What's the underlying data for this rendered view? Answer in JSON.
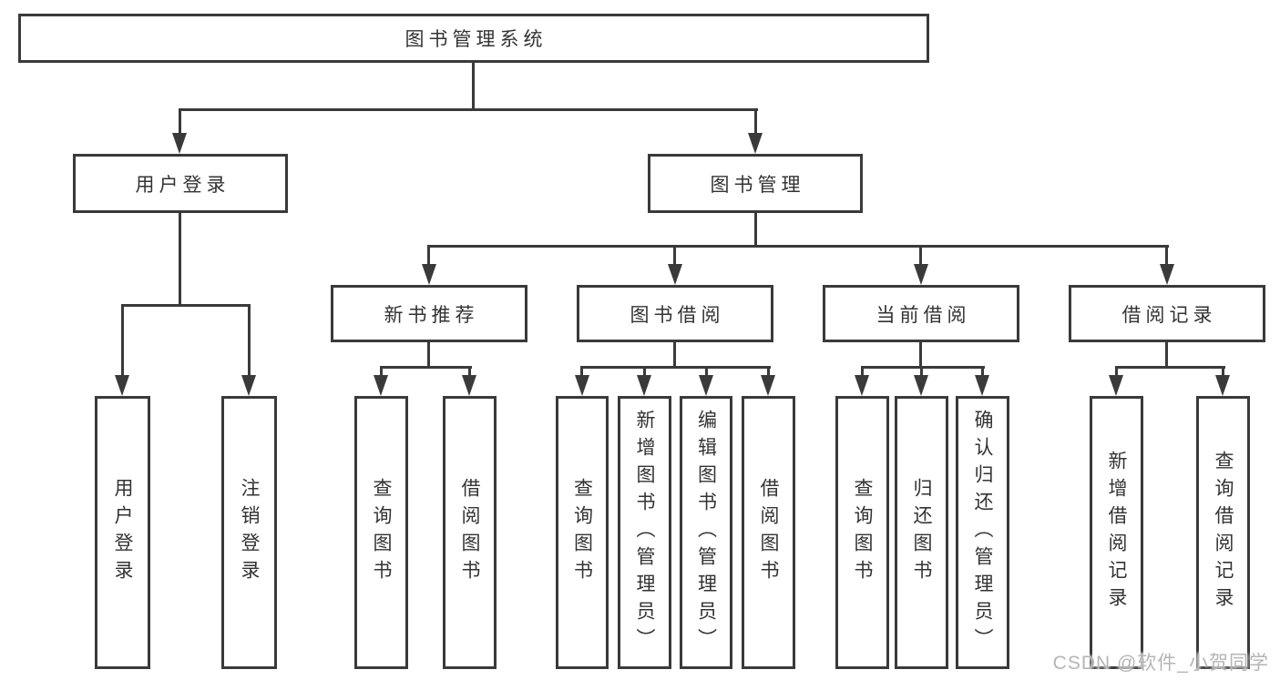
{
  "diagram": {
    "type": "org-hierarchy-chart",
    "colors": {
      "line": "#3a3a3a",
      "text": "#333333",
      "background": "#ffffff",
      "watermark": "#b5b5b5"
    },
    "tree": {
      "label": "图书管理系统",
      "children": [
        {
          "label": "用户登录",
          "children": [
            {
              "label": "用户登录"
            },
            {
              "label": "注销登录"
            }
          ]
        },
        {
          "label": "图书管理",
          "children": [
            {
              "label": "新书推荐",
              "children": [
                {
                  "label": "查询图书"
                },
                {
                  "label": "借阅图书"
                }
              ]
            },
            {
              "label": "图书借阅",
              "children": [
                {
                  "label": "查询图书"
                },
                {
                  "label": "新增图书（管理员）"
                },
                {
                  "label": "编辑图书（管理员）"
                },
                {
                  "label": "借阅图书"
                }
              ]
            },
            {
              "label": "当前借阅",
              "children": [
                {
                  "label": "查询图书"
                },
                {
                  "label": "归还图书"
                },
                {
                  "label": "确认归还（管理员）"
                }
              ]
            },
            {
              "label": "借阅记录",
              "children": [
                {
                  "label": "新增借阅记录"
                },
                {
                  "label": "查询借阅记录"
                }
              ]
            }
          ]
        }
      ]
    },
    "watermark": "CSDN @软件_小贺同学"
  }
}
